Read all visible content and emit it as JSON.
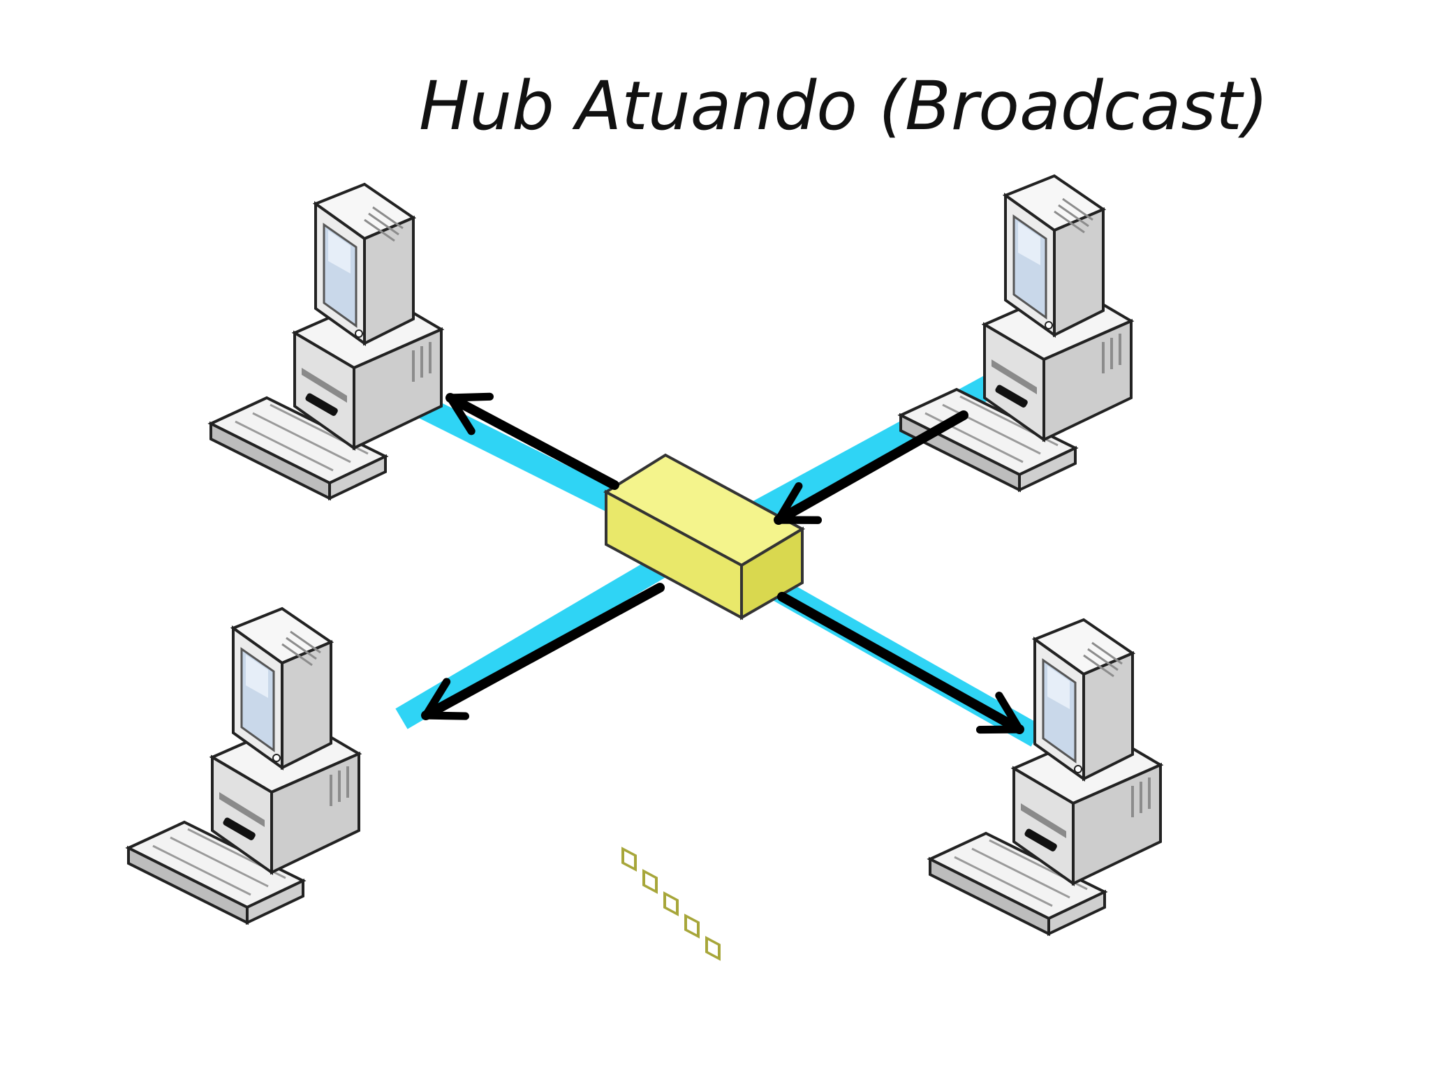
{
  "title": "Hub Atuando (Broadcast)",
  "colors": {
    "link": "#2fd4f5",
    "arrow": "#000000",
    "hub_face": "#e9e86a",
    "hub_top": "#f4f48c",
    "hub_side": "#d9d84f",
    "computer_light": "#f2f2f2",
    "computer_mid": "#d9d9d9",
    "computer_dark": "#b5b5b5",
    "screen": "#c9d8ea"
  },
  "nodes": {
    "hub": {
      "icon": "hub-icon"
    },
    "computers": [
      {
        "id": "computer-top-left",
        "icon": "computer-icon"
      },
      {
        "id": "computer-top-right",
        "icon": "computer-icon"
      },
      {
        "id": "computer-bottom-left",
        "icon": "computer-icon"
      },
      {
        "id": "computer-bottom-right",
        "icon": "computer-icon"
      }
    ]
  },
  "flows": [
    {
      "from": "computer-top-right",
      "to": "hub"
    },
    {
      "from": "hub",
      "to": "computer-top-left"
    },
    {
      "from": "hub",
      "to": "computer-bottom-left"
    },
    {
      "from": "hub",
      "to": "computer-bottom-right"
    }
  ]
}
